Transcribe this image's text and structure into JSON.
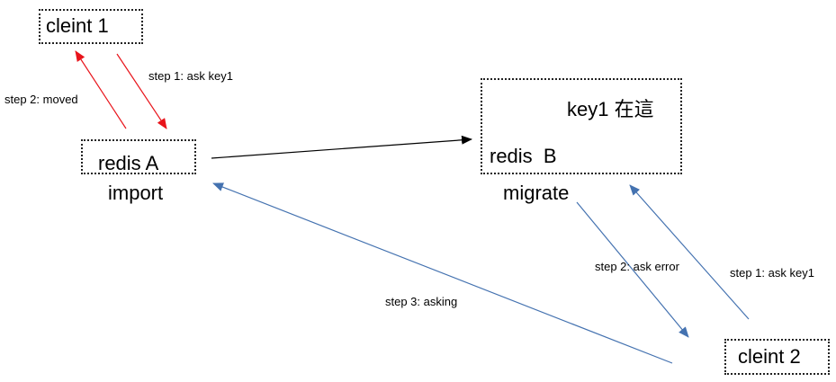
{
  "nodes": {
    "client1": {
      "label": "cleint 1"
    },
    "redisA": {
      "label": "redis A",
      "caption": "import"
    },
    "redisB": {
      "label": "redis  B",
      "note": "key1 在這",
      "caption": "migrate"
    },
    "client2": {
      "label": "cleint 2"
    }
  },
  "edges": {
    "c1_step1": "step 1: ask key1",
    "c1_step2": "step 2: moved",
    "c2_step1": "step 1: ask key1",
    "c2_step2": "step 2: ask error",
    "c2_step3": "step 3: asking"
  },
  "colors": {
    "red": "#e8141b",
    "blue": "#4472b0",
    "black": "#000000",
    "border": "#222222"
  }
}
